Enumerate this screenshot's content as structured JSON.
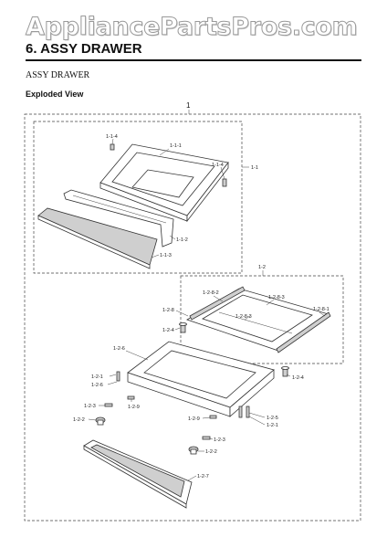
{
  "watermark": "AppliancePartsPros.com",
  "header_tag": "",
  "section_title": "6.  ASSY DRAWER",
  "sub_title": "ASSY DRAWER",
  "view_label": "Exploded View",
  "callouts": {
    "c1": "1",
    "c1_1": "1-1",
    "c1_1_1": "1-1-1",
    "c1_1_2": "1-1-2",
    "c1_1_3": "1-1-3",
    "c1_1_4a": "1-1-4",
    "c1_1_4b": "1-1-4",
    "c1_2": "1-2",
    "c1_2_8a": "1-2-8-2",
    "c1_2_8b": "1-2-8-3",
    "c1_2_8c": "1-2-8-3",
    "c1_2_8d": "1-2-8-1",
    "c1_2_8": "1-2-8",
    "c1_2_4a": "1-2-4",
    "c1_2_4b": "1-2-4",
    "c1_2_6": "1-2-6",
    "c1_2_1a": "1-2-1",
    "c1_2_6b": "1-2-6",
    "c1_2_9a": "1-2-9",
    "c1_2_3a": "1-2-3",
    "c1_2_2a": "1-2-2",
    "c1_2_9b": "1-2-9",
    "c1_2_5": "1-2-5",
    "c1_2_1b": "1-2-1",
    "c1_2_3b": "1-2-3",
    "c1_2_2b": "1-2-2",
    "c1_2_7": "1-2-7"
  }
}
